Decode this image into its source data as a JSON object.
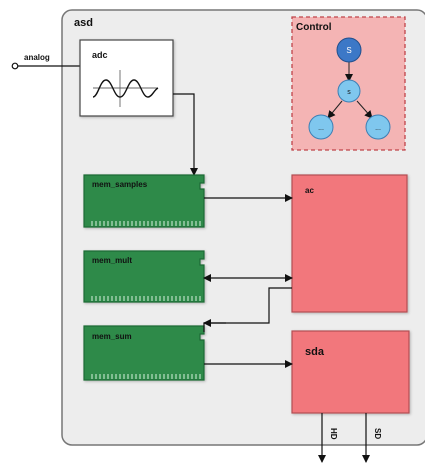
{
  "diagram": {
    "container_label": "asd",
    "input_port_label": "analog",
    "adc_label": "adc",
    "control_label": "Control",
    "control_nodes": {
      "root": "S",
      "mid": "s",
      "left": "...",
      "right": "..."
    },
    "mem_samples_label": "mem_samples",
    "mem_mult_label": "mem_mult",
    "mem_sum_label": "mem_sum",
    "ac_label": "ac",
    "sda_label": "sda",
    "hd_label": "HD",
    "sd_label": "SD",
    "colors": {
      "container_bg": "#ededed",
      "container_border": "#777777",
      "memory": "#2f8a4a",
      "memory_dark": "#1f6b36",
      "block_red": "#f2777c",
      "control_bg": "#f4b4b4",
      "control_border": "#c0444a",
      "node_blue": "#7fc7ee",
      "node_dark": "#3c78c7"
    }
  }
}
